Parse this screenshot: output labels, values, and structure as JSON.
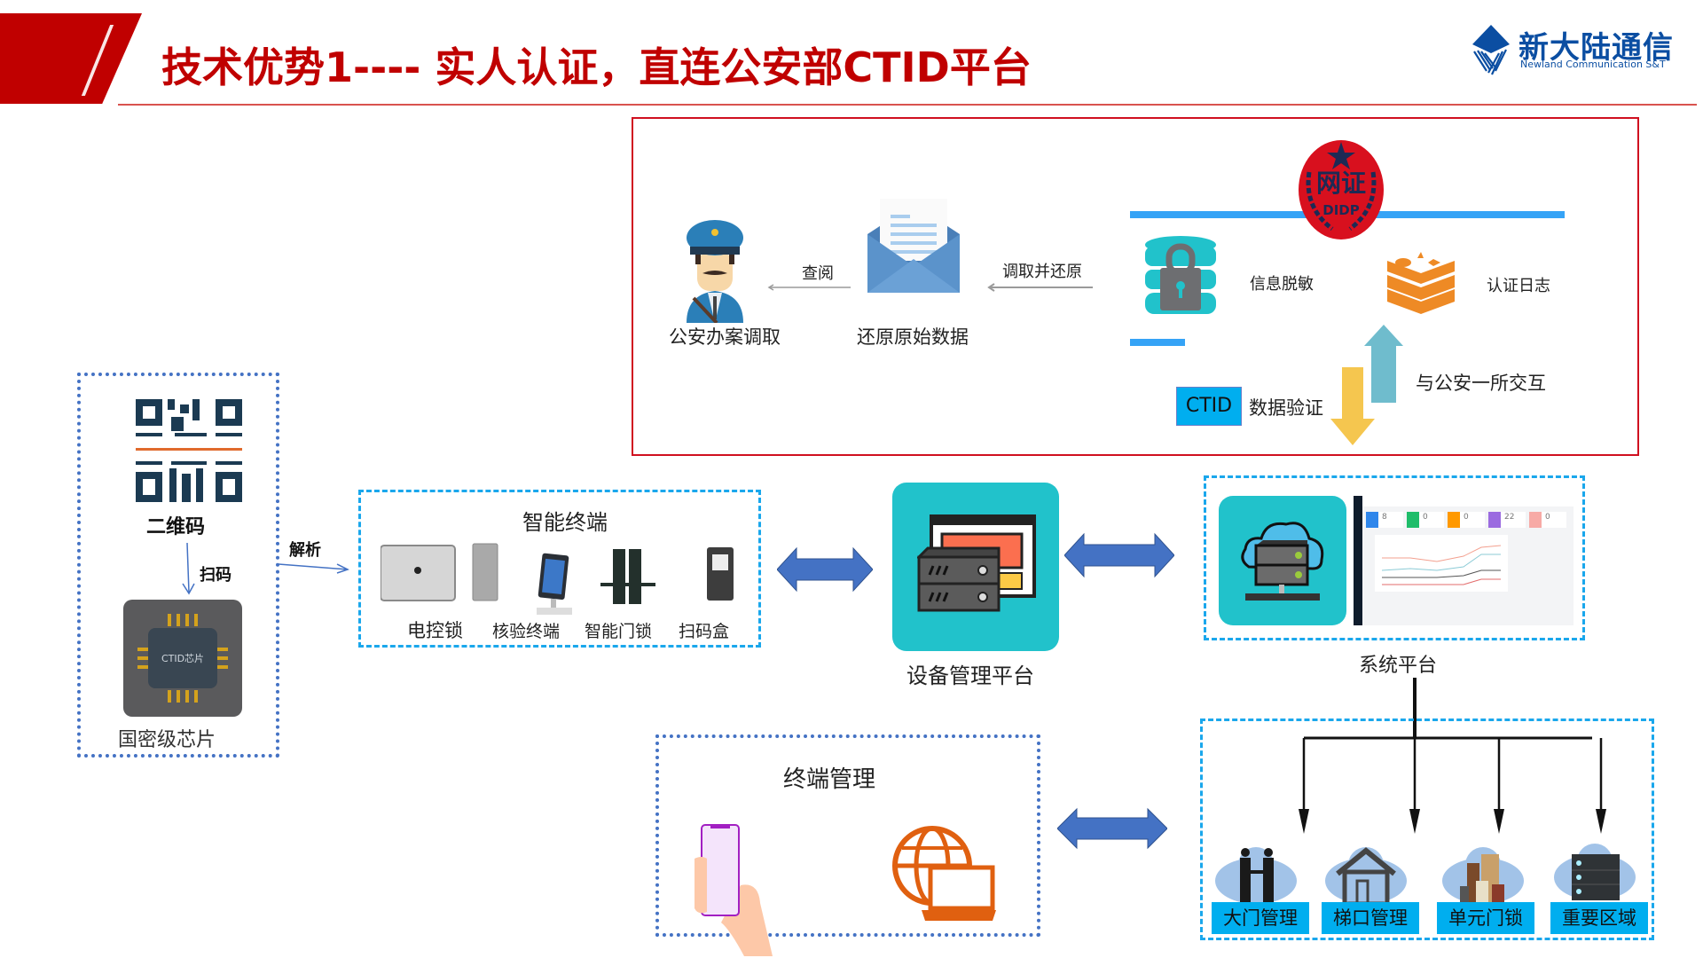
{
  "header": {
    "title": "技术优势1---- 实人认证，直连公安部CTID平台",
    "brand_color": "#c00000",
    "logo": {
      "cn": "新大陆通信",
      "en": "Newland Communication S&T",
      "icon": "newland-diamond-icon"
    }
  },
  "police_section": {
    "officer_label": "公安办案调取",
    "view_arrow_label": "查阅",
    "restore_label": "还原原始数据",
    "fetch_arrow_label": "调取并还原",
    "desensitize_label": "信息脱敏",
    "badge": {
      "cn": "网证",
      "en": "DIDP"
    },
    "auth_log_label": "认证日志",
    "ctid_badge": "CTID",
    "verify_label": "数据验证",
    "interact_label": "与公安一所交互"
  },
  "qr_section": {
    "qr_label": "二维码",
    "scan_label": "扫码",
    "chip_text": "CTID芯片",
    "chip_label": "国密级芯片",
    "parse_label": "解析"
  },
  "smart_terminals": {
    "title": "智能终端",
    "devices": [
      "电控锁",
      "核验终端",
      "智能门锁",
      "扫码盒"
    ]
  },
  "device_platform": {
    "label": "设备管理平台"
  },
  "system_platform": {
    "label": "系统平台",
    "dashboard_stats": [
      {
        "value": "8",
        "color": "#2f86eb"
      },
      {
        "value": "0",
        "color": "#1fbd6a"
      },
      {
        "value": "0",
        "color": "#ff9900"
      },
      {
        "value": "22",
        "color": "#9b6be0"
      },
      {
        "value": "0",
        "color": "#f7aaa6"
      }
    ]
  },
  "terminal_mgmt": {
    "title": "终端管理"
  },
  "categories": [
    "大门管理",
    "梯口管理",
    "单元门锁",
    "重要区域"
  ]
}
